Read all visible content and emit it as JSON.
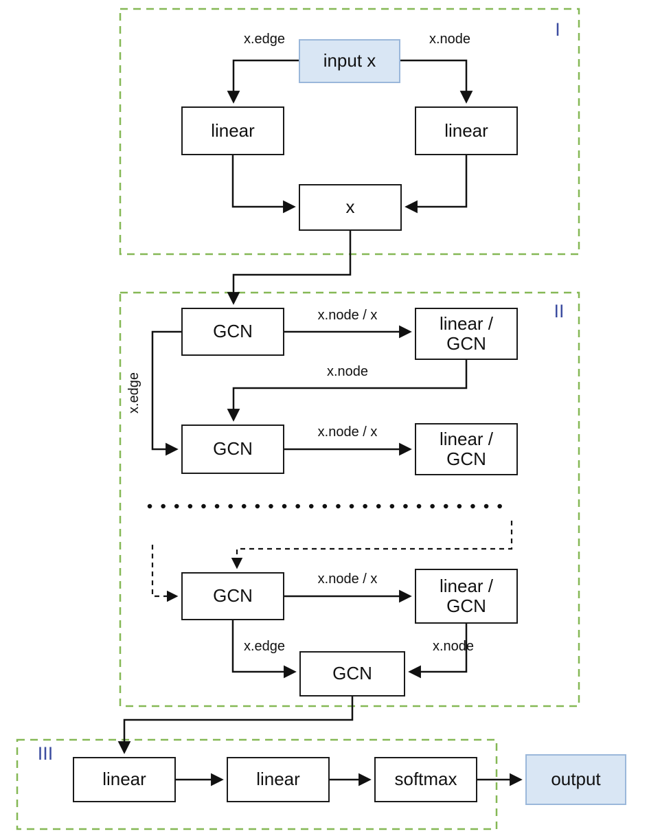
{
  "regions": {
    "r1": {
      "numeral": "I"
    },
    "r2": {
      "numeral": "II"
    },
    "r3": {
      "numeral": "III"
    }
  },
  "nodes": {
    "input_x": {
      "label": "input x"
    },
    "linear_top_left": {
      "label": "linear"
    },
    "linear_top_right": {
      "label": "linear"
    },
    "x_merge": {
      "label": "x"
    },
    "gcn_1": {
      "label": "GCN"
    },
    "linear_gcn_1": {
      "label": "linear /\nGCN"
    },
    "gcn_2": {
      "label": "GCN"
    },
    "linear_gcn_2": {
      "label": "linear /\nGCN"
    },
    "gcn_3": {
      "label": "GCN"
    },
    "linear_gcn_3": {
      "label": "linear /\nGCN"
    },
    "gcn_final": {
      "label": "GCN"
    },
    "linear_out_1": {
      "label": "linear"
    },
    "linear_out_2": {
      "label": "linear"
    },
    "softmax": {
      "label": "softmax"
    },
    "output": {
      "label": "output"
    }
  },
  "edge_labels": {
    "x_edge_top": "x.edge",
    "x_node_top": "x.node",
    "x_node_x_1": "x.node / x",
    "x_node_mid": "x.node",
    "x_edge_side": "x.edge",
    "x_node_x_2": "x.node / x",
    "x_node_x_3": "x.node / x",
    "x_edge_bottom": "x.edge",
    "x_node_bottom": "x.node"
  },
  "colors": {
    "region_border": "#85b855",
    "io_fill": "#d9e6f4",
    "io_border": "#9ab7da",
    "numeral": "#3c4da0",
    "line": "#111111"
  }
}
